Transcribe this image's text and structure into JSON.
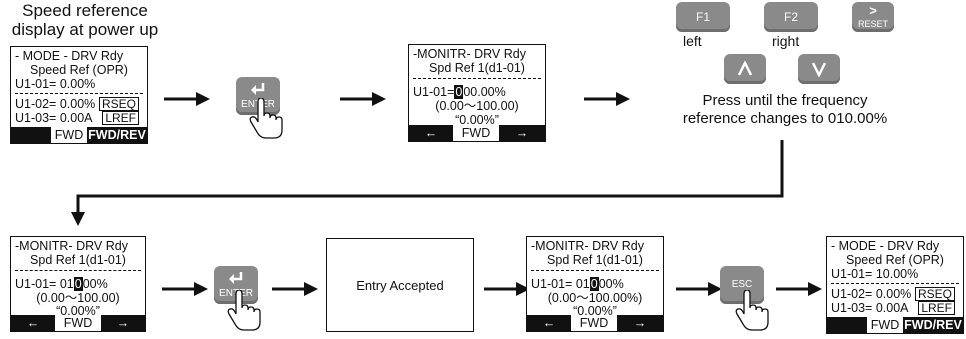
{
  "heading": {
    "line1": "Speed reference",
    "line2": "display at power up"
  },
  "screen1": {
    "l1": "- MODE -   DRV  Rdy",
    "l2": "Speed Ref (OPR)",
    "l3": "U1-01=  0.00%",
    "l4": "U1-02= 0.00%",
    "l4_tag": "RSEQ",
    "l5": "U1-03= 0.00A",
    "l5_tag": "LREF",
    "bar_mid": "FWD",
    "bar_right": "FWD/REV"
  },
  "screen2": {
    "l1": "-MONITR-   DRV  Rdy",
    "l2": "Spd Ref 1(d1-01)",
    "l3_prefix": "U1-01=",
    "l3_cursor": "0",
    "l3_suffix": "00.00%",
    "l4": "(0.00～100.00)",
    "l5": "“0.00%”",
    "bar_left": "←",
    "bar_mid": "FWD",
    "bar_right": "→"
  },
  "keys": {
    "enter": "ENTER",
    "f1": "F1",
    "f2": "F2",
    "reset": "RESET",
    "esc": "ESC",
    "left_label": "left",
    "right_label": "right"
  },
  "press_note": {
    "line1": "Press until the frequency",
    "line2": "reference changes to 010.00%"
  },
  "screen3": {
    "l1": "-MONITR-   DRV  Rdy",
    "l2": "Spd Ref 1(d1-01)",
    "l3_prefix": "U1-01= 01",
    "l3_cursor": "0",
    "l3_suffix": "00%",
    "l4": "(0.00～100.00)",
    "l5": "“0.00%”",
    "bar_left": "←",
    "bar_mid": "FWD",
    "bar_right": "→"
  },
  "accepted": "Entry Accepted",
  "screen4": {
    "l1": "-MONITR-   DRV  Rdy",
    "l2": "Spd Ref 1(d1-01)",
    "l3_prefix": "U1-01= 01",
    "l3_cursor": "0",
    "l3_suffix": "00%",
    "l4": "(0.00～100.00%)",
    "l5": "“0.00%”",
    "bar_left": "←",
    "bar_mid": "FWD",
    "bar_right": "→"
  },
  "screen5": {
    "l1": "- MODE -   DRV  Rdy",
    "l2": "Speed Ref (OPR)",
    "l3": "U1-01=  10.00%",
    "l4": "U1-02= 0.00%",
    "l4_tag": "RSEQ",
    "l5": "U1-03= 0.00A",
    "l5_tag": "LREF",
    "bar_mid": "FWD",
    "bar_right": "FWD/REV"
  }
}
